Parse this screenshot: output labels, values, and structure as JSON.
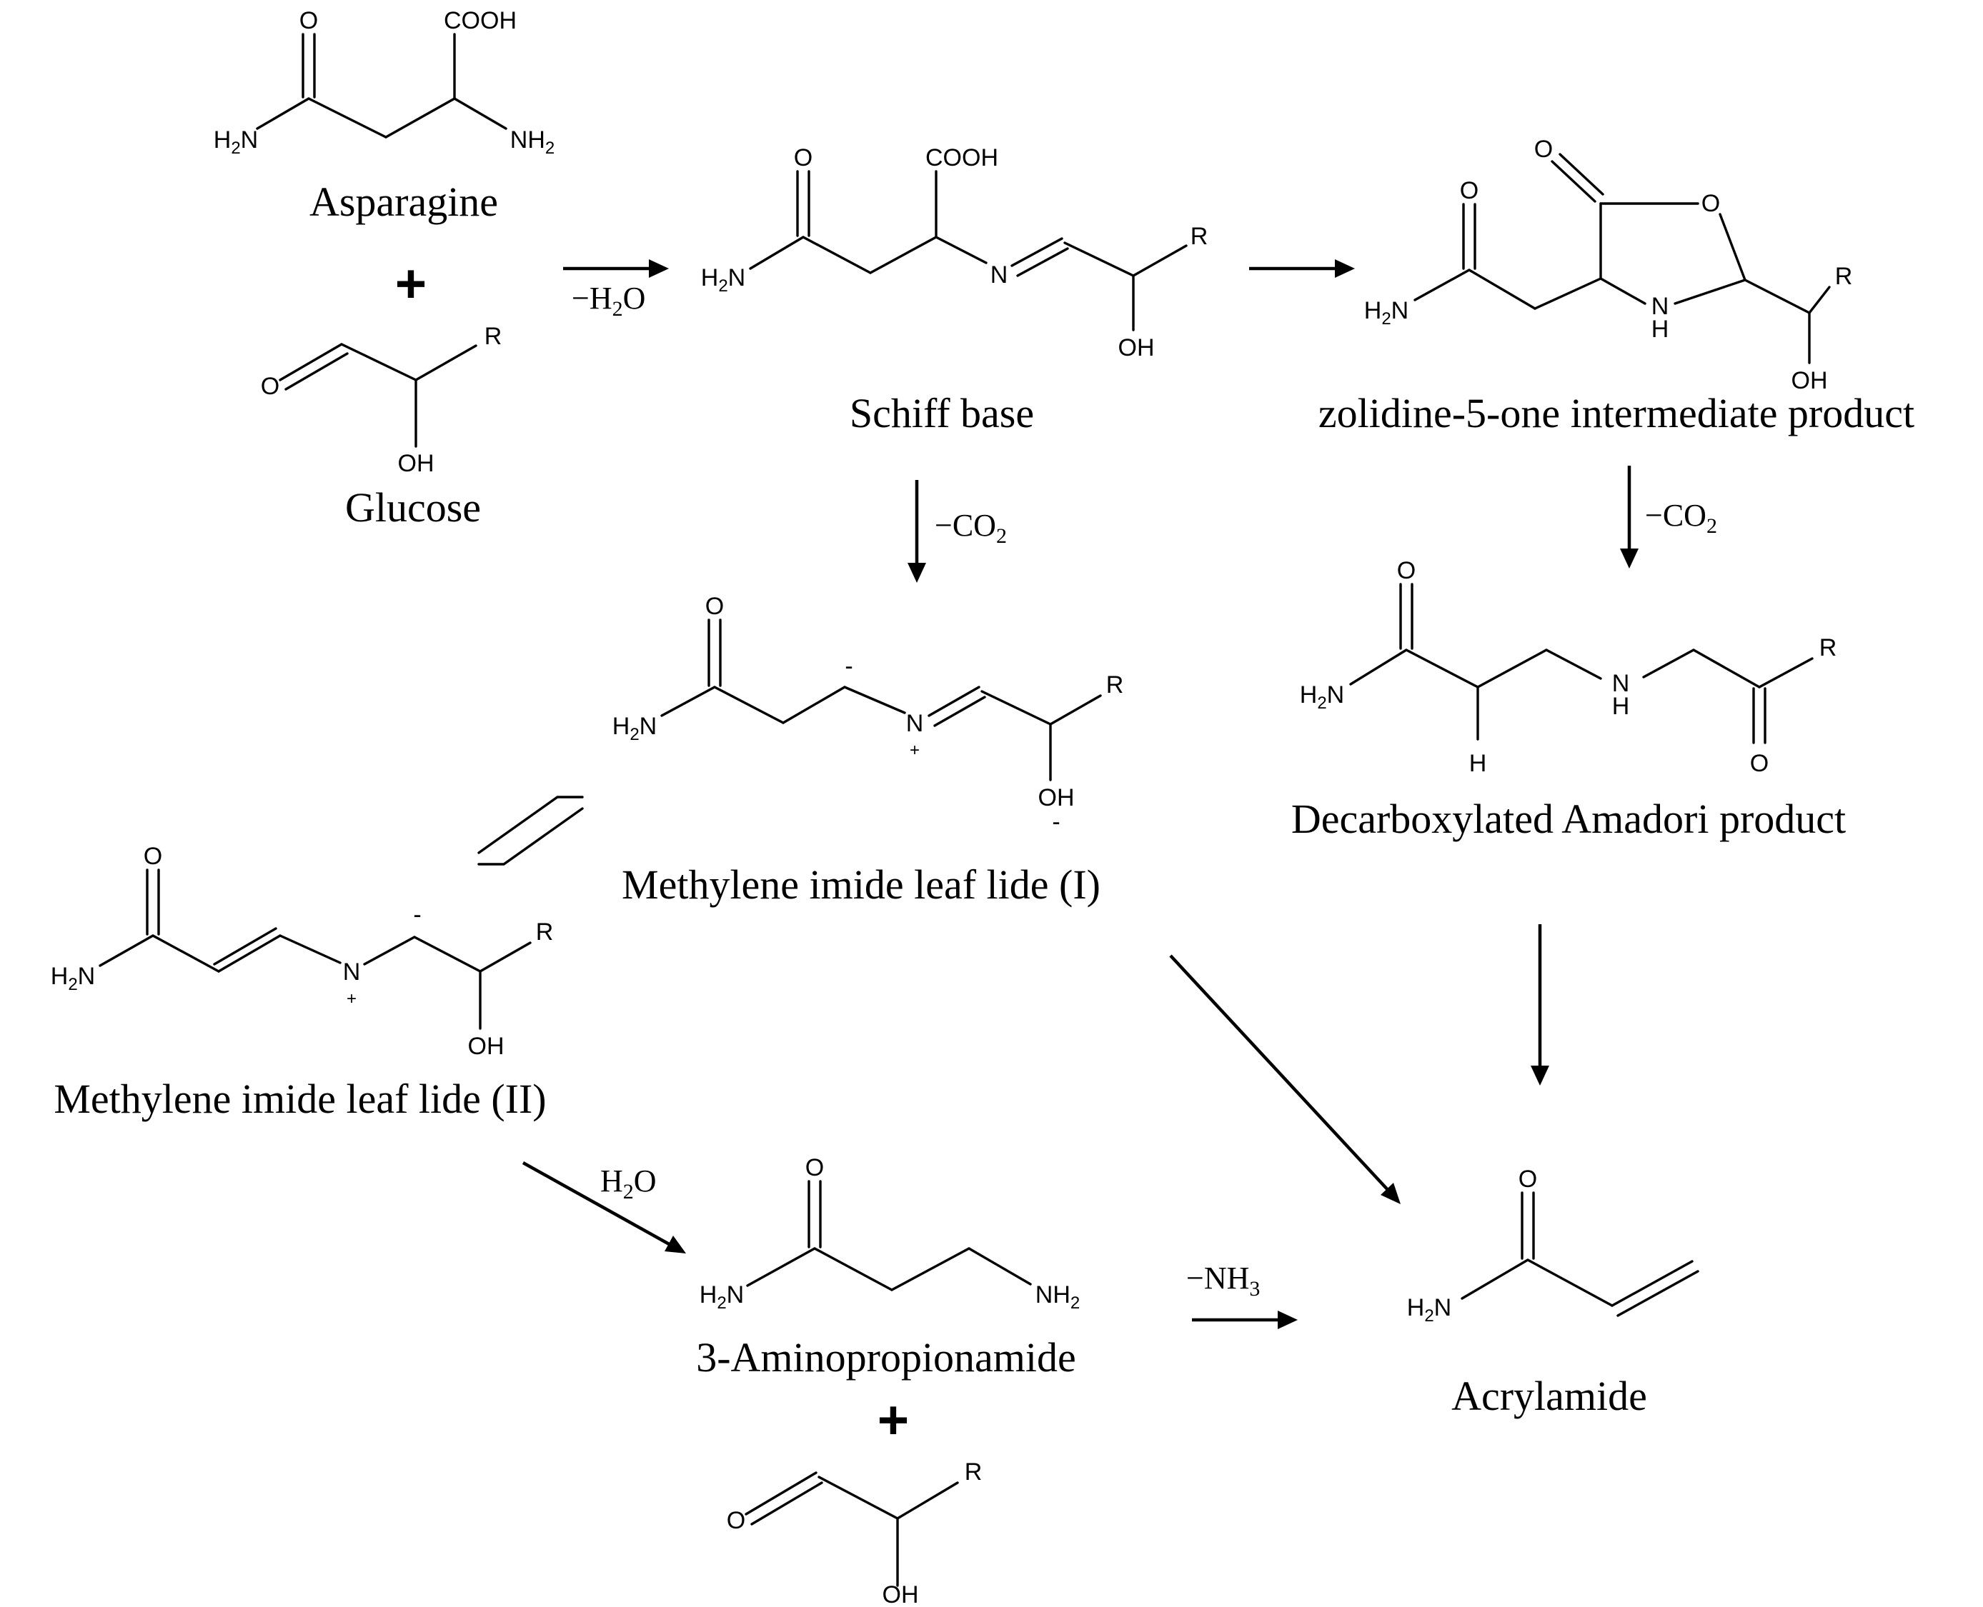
{
  "colors": {
    "ink": "#000000",
    "background": "#ffffff"
  },
  "compounds": {
    "asparagine": "Asparagine",
    "glucose": "Glucose",
    "schiff_base": "Schiff base",
    "oxazolidinone": "zolidine-5-one intermediate product",
    "ylide_1": "Methylene imide leaf lide (I)",
    "ylide_2": "Methylene imide leaf lide (II)",
    "amadori": "Decarboxylated Amadori product",
    "aminopropionamide": "3-Aminopropionamide",
    "acrylamide": "Acrylamide"
  },
  "conditions": {
    "minus_water": "−H",
    "water": "H",
    "minus_co2": "−CO",
    "minus_nh3": "−NH",
    "o": "O",
    "sub_2": "2",
    "sub_3": "3"
  },
  "plus": "+",
  "atoms": {
    "O": "O",
    "N": "N",
    "H": "H",
    "R": "R",
    "OH": "OH",
    "COOH": "COOH",
    "NH": "NH",
    "H2N_head": "H",
    "H2N_tail": "N",
    "sub_2": "2",
    "charge_plus": "+",
    "charge_minus": "-"
  }
}
